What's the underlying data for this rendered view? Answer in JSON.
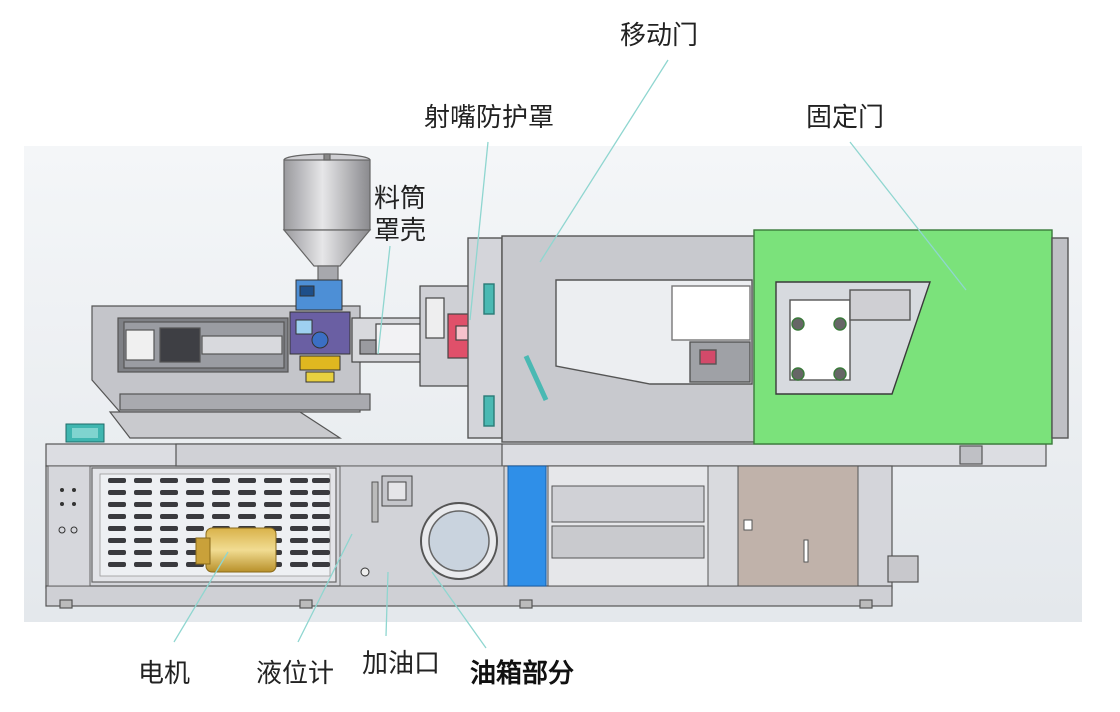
{
  "labels": {
    "mobile_door": "移动门",
    "nozzle_shield": "射嘴防护罩",
    "fixed_door": "固定门",
    "barrel_cover": "料筒罩壳",
    "motor": "电机",
    "level_gauge": "液位计",
    "oil_inlet": "加油口",
    "oil_tank": "油箱部分"
  },
  "colors": {
    "machine_body": "#c8c8cc",
    "fixed_door_green": "#7be27b",
    "nozzle_shield_pink": "#e0506a",
    "level_gauge_orange": "#e8871e",
    "blue_panel": "#2f8fe8",
    "leader_line": "#8fd6d0"
  }
}
